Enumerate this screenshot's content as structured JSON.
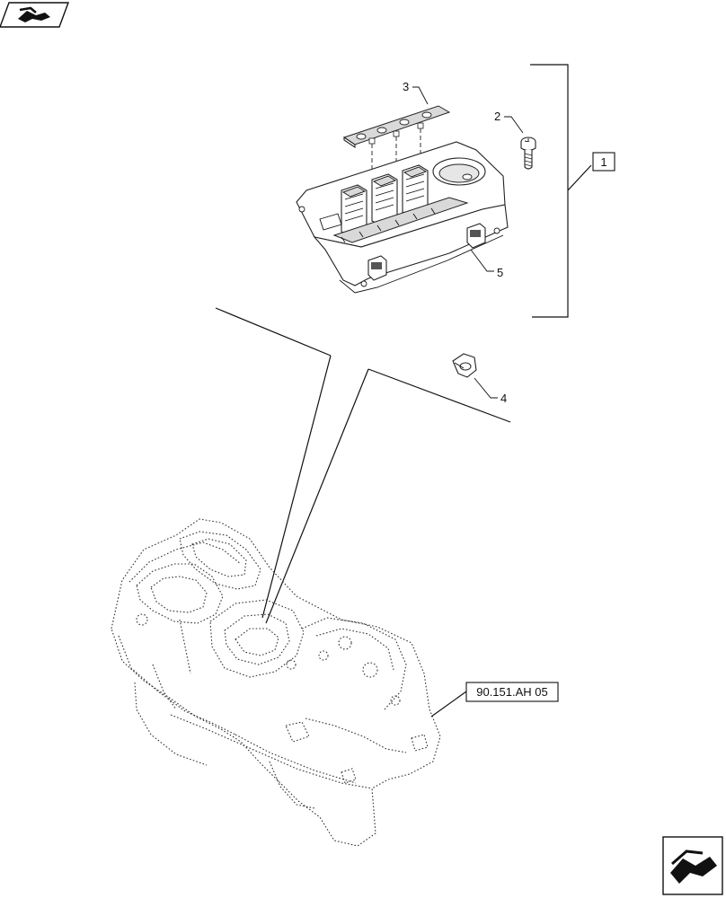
{
  "callouts": {
    "c1": "1",
    "c2": "2",
    "c3": "3",
    "c4": "4",
    "c5": "5"
  },
  "reference": {
    "label": "90.151.AH 05"
  },
  "icons": {
    "top_left": "navigate-prev-icon",
    "bottom_right": "navigate-next-icon"
  }
}
